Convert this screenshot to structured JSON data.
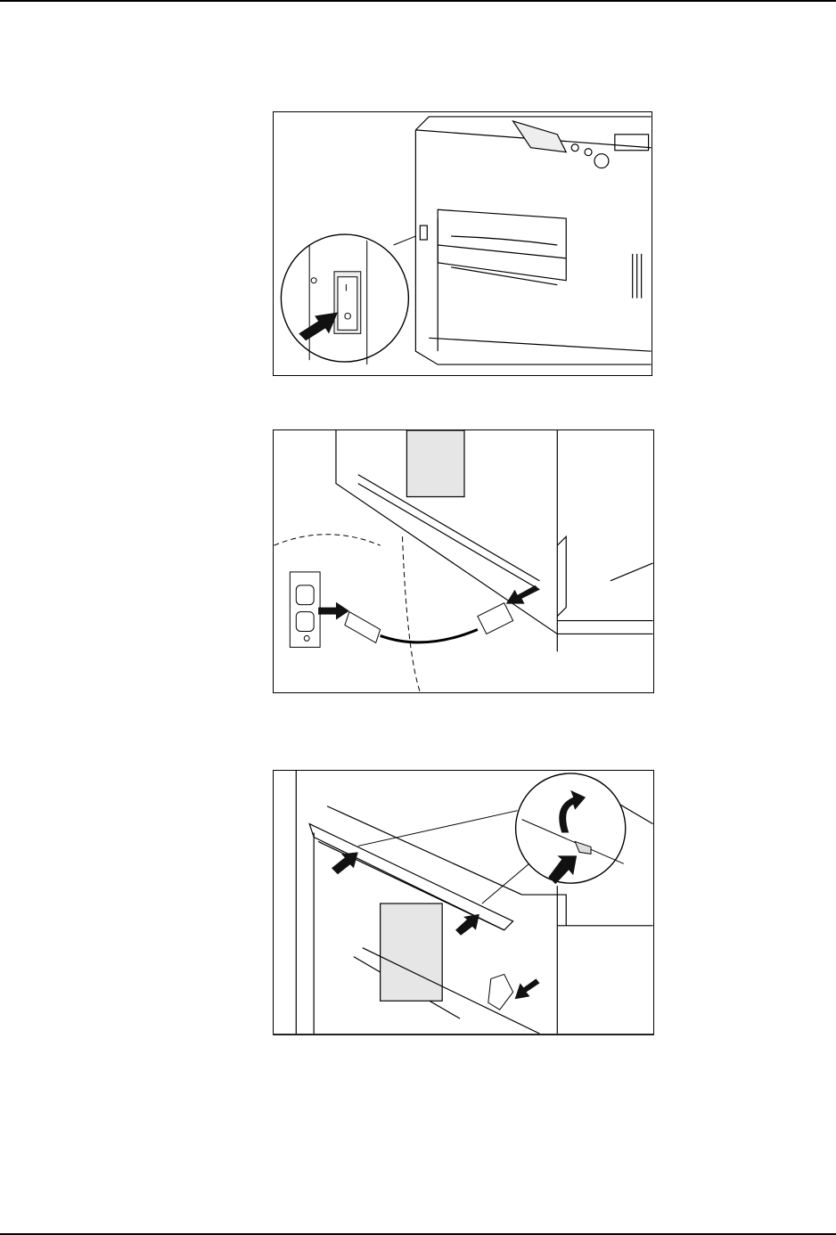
{
  "figures": [
    {
      "id": "power-switch",
      "switch_labels": {
        "on": "I",
        "off": "O"
      }
    },
    {
      "id": "unplug-power-cord"
    },
    {
      "id": "remove-duplex-cover"
    }
  ],
  "colors": {
    "line": "#000000",
    "shade": "#dcdcdc",
    "arrow": "#111111"
  }
}
